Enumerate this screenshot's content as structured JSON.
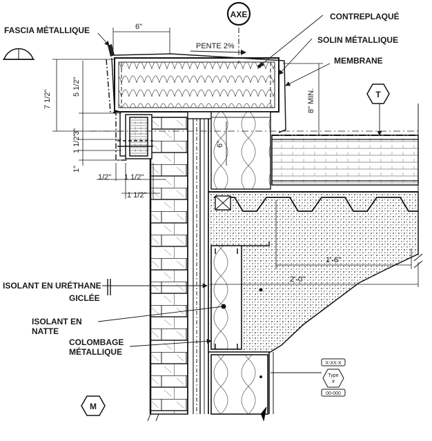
{
  "labels": {
    "fascia": "FASCIA MÉTALLIQUE",
    "plywood": "CONTREPLAQUÉ",
    "flashing": "SOLIN MÉTALLIQUE",
    "membrane": "MEMBRANE",
    "urethane_line1": "ISOLANT EN URÉTHANE",
    "urethane_line2": "GICLÉE",
    "batt_line1": "ISOLANT EN",
    "batt_line2": "NATTE",
    "stud_line1": "COLOMBAGE",
    "stud_line2": "MÉTALLIQUE",
    "slope": "PENTE 2%",
    "min_height": "8\" MIN."
  },
  "markers": {
    "axis": "AXE",
    "t_tag": "T",
    "m_tag": "M",
    "detail_ref_top": "X-XX-X",
    "detail_ref_type": "Type",
    "detail_ref_num": "#",
    "detail_ref_bottom": "00-000"
  },
  "dimensions": {
    "top_width": "6\"",
    "height_total": "7 1/2\"",
    "height_parapet": "5 1/2\"",
    "dim_3": "3\"",
    "dim_1_half_a": "1 1/2\"",
    "dim_1": "1\"",
    "dim_half": "1/2\"",
    "dim_1_half_b": "1 1/2\"",
    "dim_1_half_c": "1 1/2\"",
    "stud_depth": "6\"",
    "span_1": "1'-6\"",
    "span_2": "2'-0\""
  },
  "colors": {
    "ink": "#1a1a1a",
    "background": "#ffffff"
  }
}
